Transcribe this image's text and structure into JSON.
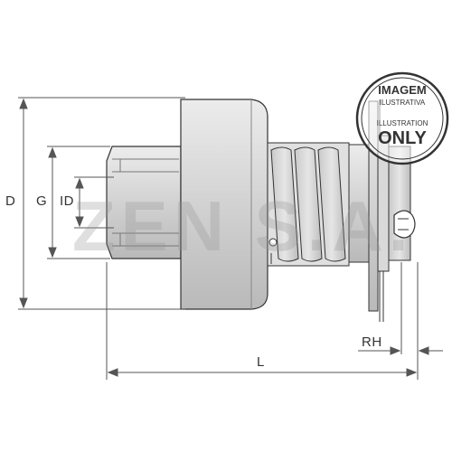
{
  "labels": {
    "D": "D",
    "G": "G",
    "ID": "ID",
    "L": "L",
    "RH": "RH"
  },
  "watermark": {
    "text": "ZEN S.A."
  },
  "stamp": {
    "line1": "IMAGEM",
    "line2": "ILUSTRATIVA",
    "line3": "ILLUSTRATION",
    "line4": "ONLY"
  },
  "colors": {
    "part_fill": "#d6d6d6",
    "part_dark": "#b5b5b5",
    "outline": "#333333"
  }
}
